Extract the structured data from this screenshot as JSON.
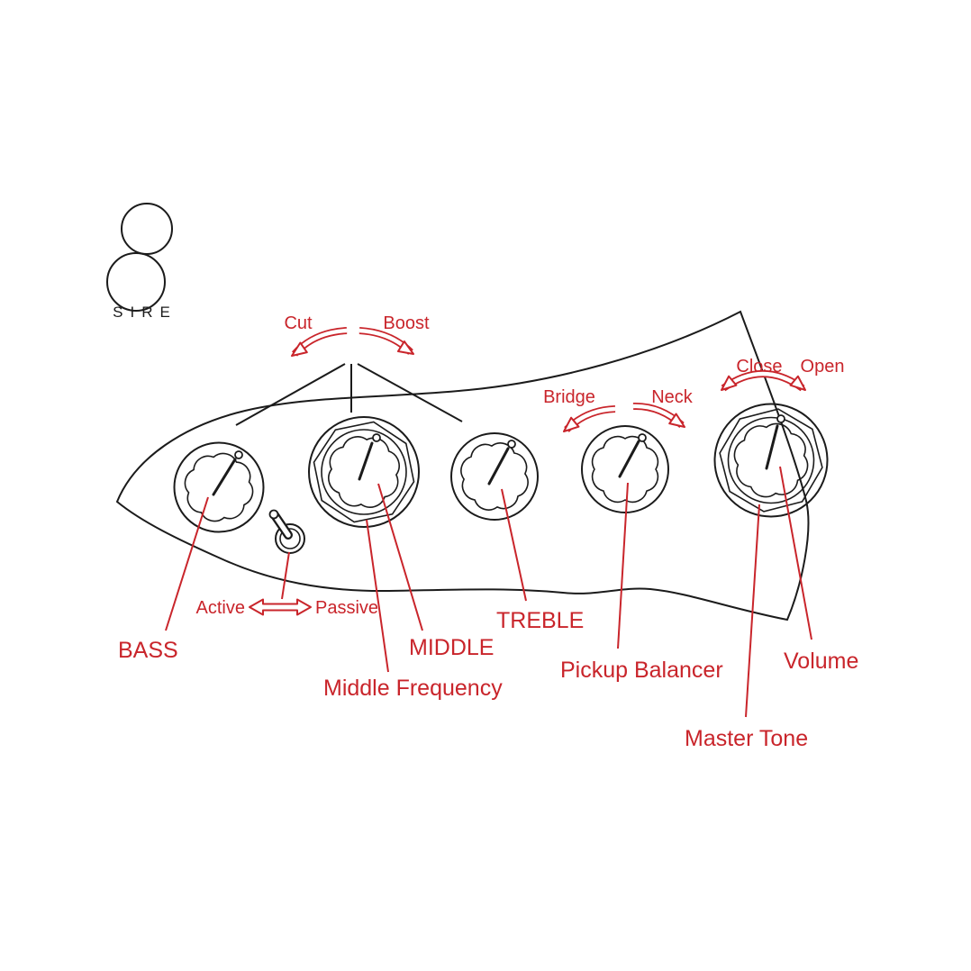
{
  "colors": {
    "background": "#ffffff",
    "line": "#1b1b1b",
    "annotation": "#c9252b"
  },
  "logo": {
    "text": "SIRE"
  },
  "knob_labels": {
    "bass": "BASS",
    "middle": "MIDDLE",
    "middle_frequency": "Middle Frequency",
    "treble": "TREBLE",
    "pickup_balancer": "Pickup Balancer",
    "volume": "Volume",
    "master_tone": "Master Tone"
  },
  "annotations": {
    "cut": "Cut",
    "boost": "Boost",
    "bridge": "Bridge",
    "neck": "Neck",
    "close": "Close",
    "open": "Open",
    "active": "Active",
    "passive": "Passive"
  }
}
